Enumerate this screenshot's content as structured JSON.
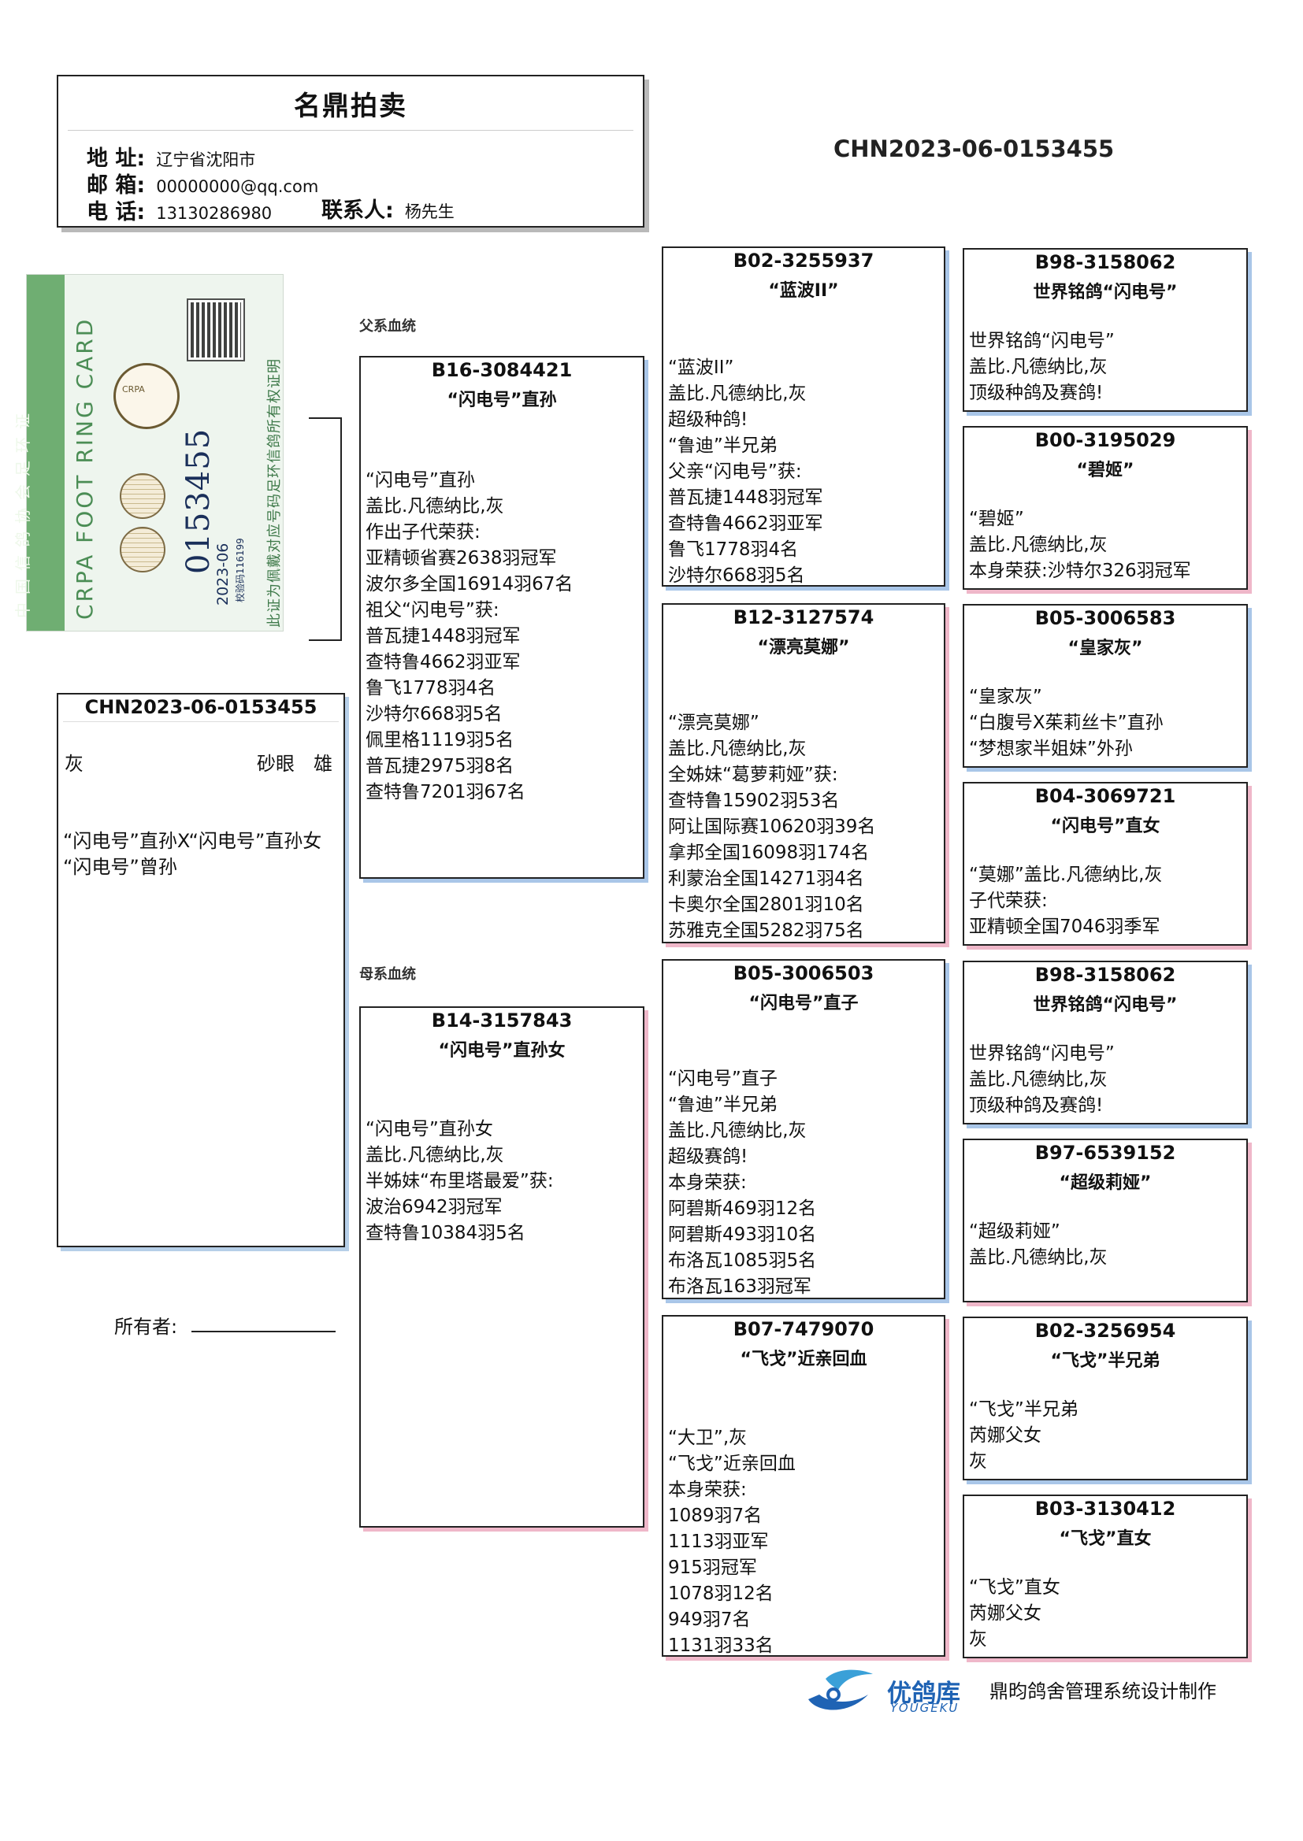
{
  "header": {
    "title": "名鼎拍卖",
    "address_label": "地 址:",
    "address": "辽宁省沈阳市",
    "email_label": "邮 箱:",
    "email": "00000000@qq.com",
    "phone_label": "电 话:",
    "phone": "13130286980",
    "contact_label": "联系人:",
    "contact": "杨先生"
  },
  "main_ring": "CHN2023-06-0153455",
  "ring_card": {
    "association": "中国信鸽协会足环证",
    "title_en": "CRPA FOOT RING CARD",
    "logo_text": "CRPA",
    "number": "0153455",
    "year_region": "2023-06",
    "check_code": "校验码116199",
    "note": "此证为佩戴对应号码足环信鸽所有权证明"
  },
  "subject": {
    "ring": "CHN2023-06-0153455",
    "color": "灰",
    "eye": "砂眼",
    "sex": "雄",
    "lines": [
      "“闪电号”直孙X“闪电号”直孙女",
      "“闪电号”曾孙"
    ]
  },
  "labels": {
    "sire_line": "父系血统",
    "dam_line": "母系血统",
    "owner": "所有者:"
  },
  "sire": {
    "ring": "B16-3084421",
    "name": "“闪电号”直孙",
    "lines": [
      "“闪电号”直孙",
      "盖比.凡德纳比,灰",
      "作出子代荣获:",
      "亚精顿省赛2638羽冠军",
      "波尔多全国16914羽67名",
      "祖父“闪电号”获:",
      "普瓦捷1448羽冠军",
      "查特鲁4662羽亚军",
      "鲁飞1778羽4名",
      "沙特尔668羽5名",
      "佩里格1119羽5名",
      "普瓦捷2975羽8名",
      "查特鲁7201羽67名"
    ]
  },
  "dam": {
    "ring": "B14-3157843",
    "name": "“闪电号”直孙女",
    "lines": [
      "“闪电号”直孙女",
      "盖比.凡德纳比,灰",
      "半姊妹“布里塔最爱”获:",
      "波治6942羽冠军",
      "查特鲁10384羽5名"
    ]
  },
  "gp_ss": {
    "ring": "B02-3255937",
    "name": "“蓝波II”",
    "lines": [
      "“蓝波II”",
      "盖比.凡德纳比,灰",
      "超级种鸽!",
      "“鲁迪”半兄弟",
      "父亲“闪电号”获:",
      "普瓦捷1448羽冠军",
      "查特鲁4662羽亚军",
      "鲁飞1778羽4名",
      "沙特尔668羽5名"
    ]
  },
  "gp_sd": {
    "ring": "B12-3127574",
    "name": "“漂亮莫娜”",
    "lines": [
      "“漂亮莫娜”",
      "盖比.凡德纳比,灰",
      "全姊妹“葛萝莉娅”获:",
      "查特鲁15902羽53名",
      "阿让国际赛10620羽39名",
      "拿邦全国16098羽174名",
      "利蒙治全国14271羽4名",
      "卡奥尔全国2801羽10名",
      "苏雅克全国5282羽75名"
    ]
  },
  "gp_ds": {
    "ring": "B05-3006503",
    "name": "“闪电号”直子",
    "lines": [
      "“闪电号”直子",
      "“鲁迪”半兄弟",
      "盖比.凡德纳比,灰",
      "超级赛鸽!",
      "本身荣获:",
      "阿碧斯469羽12名",
      "阿碧斯493羽10名",
      "布洛瓦1085羽5名",
      "布洛瓦163羽冠军"
    ]
  },
  "gp_dd": {
    "ring": "B07-7479070",
    "name": "“飞戈”近亲回血",
    "lines": [
      "“大卫”,灰",
      "“飞戈”近亲回血",
      "本身荣获:",
      "1089羽7名",
      "1113羽亚军",
      "915羽冠军",
      "1078羽12名",
      "949羽7名",
      "1131羽33名"
    ]
  },
  "ggp": [
    {
      "ring": "B98-3158062",
      "name": "世界铭鸽“闪电号”",
      "lines": [
        "世界铭鸽“闪电号”",
        "盖比.凡德纳比,灰",
        "顶级种鸽及赛鸽!"
      ]
    },
    {
      "ring": "B00-3195029",
      "name": "“碧姬”",
      "lines": [
        "“碧姬”",
        "盖比.凡德纳比,灰",
        "本身荣获:沙特尔326羽冠军"
      ]
    },
    {
      "ring": "B05-3006583",
      "name": "“皇家灰”",
      "lines": [
        "“皇家灰”",
        "“白腹号X茱莉丝卡”直孙",
        "“梦想家半姐妹”外孙"
      ]
    },
    {
      "ring": "B04-3069721",
      "name": "“闪电号”直女",
      "lines": [
        "“莫娜”盖比.凡德纳比,灰",
        "子代荣获:",
        "亚精顿全国7046羽季军"
      ]
    },
    {
      "ring": "B98-3158062",
      "name": "世界铭鸽“闪电号”",
      "lines": [
        "世界铭鸽“闪电号”",
        "盖比.凡德纳比,灰",
        "顶级种鸽及赛鸽!"
      ]
    },
    {
      "ring": "B97-6539152",
      "name": "“超级莉娅”",
      "lines": [
        "“超级莉娅”",
        "盖比.凡德纳比,灰"
      ]
    },
    {
      "ring": "B02-3256954",
      "name": "“飞戈”半兄弟",
      "lines": [
        "“飞戈”半兄弟",
        "芮娜父女",
        "灰"
      ]
    },
    {
      "ring": "B03-3130412",
      "name": "“飞戈”直女",
      "lines": [
        "“飞戈”直女",
        "芮娜父女",
        "灰"
      ]
    }
  ],
  "footer": {
    "brand_cn": "优鸽库",
    "brand_en": "YOUGEKU",
    "credit": "鼎昀鸽舍管理系统设计制作"
  },
  "colors": {
    "sire_shadow": "#a9c6e8",
    "dam_shadow": "#efb7c9",
    "ring_card_green": "#6fae72",
    "brand_blue": "#1f63b4"
  }
}
